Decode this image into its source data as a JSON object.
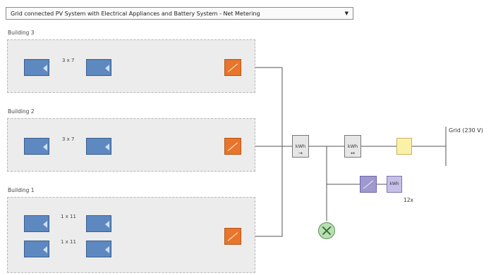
{
  "system_select": {
    "value": "Grid connected PV System with Electrical Appliances and Battery System - Net Metering"
  },
  "buildings": [
    {
      "label": "Building 3",
      "strings": [
        "3 x 7"
      ]
    },
    {
      "label": "Building 2",
      "strings": [
        "3 x 7"
      ]
    },
    {
      "label": "Building 1",
      "strings": [
        "1 x 11",
        "1 x 11"
      ]
    }
  ],
  "meters": [
    {
      "label": "kWh"
    },
    {
      "label": "kWh"
    }
  ],
  "grid": {
    "label": "Grid (230 V)"
  },
  "battery": {
    "label": "kWh",
    "count": "12x"
  },
  "colors": {
    "pv": "#5e88c0",
    "inverter": "#e8752b",
    "meter": "#e6e6e6",
    "grid": "#fbf0a8",
    "battery": "#9f99d0",
    "load": "#b8e0b4",
    "wire": "#555555"
  }
}
